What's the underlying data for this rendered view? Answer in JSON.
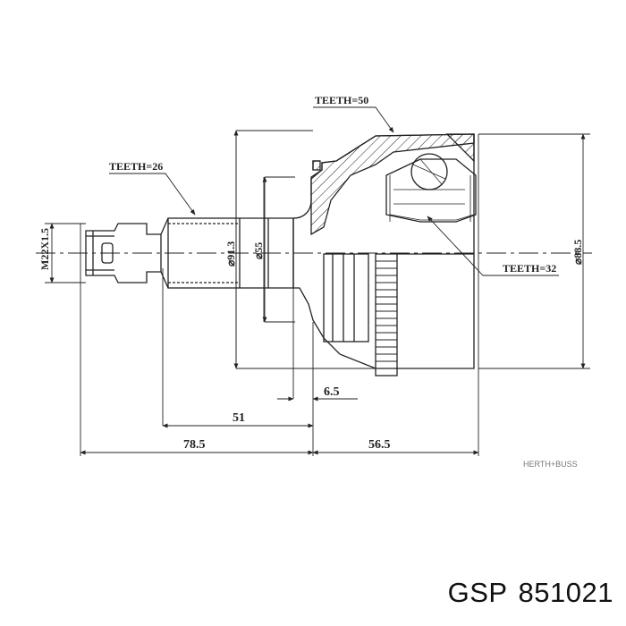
{
  "labels": {
    "teeth_50": "TEETH=50",
    "teeth_26": "TEETH=26",
    "teeth_32": "TEETH=32",
    "thread": "M22X1.5",
    "dia_91_3": "⌀91.3",
    "dia_55": "⌀55",
    "dia_88_5": "⌀88.5",
    "dim_6_5": "6.5",
    "dim_51": "51",
    "dim_78_5": "78.5",
    "dim_56_5": "56.5"
  },
  "watermark": "HERTH+BUSS",
  "caption": {
    "brand": "GSP",
    "part_number": "851021"
  },
  "colors": {
    "line": "#222222",
    "background": "#ffffff"
  }
}
